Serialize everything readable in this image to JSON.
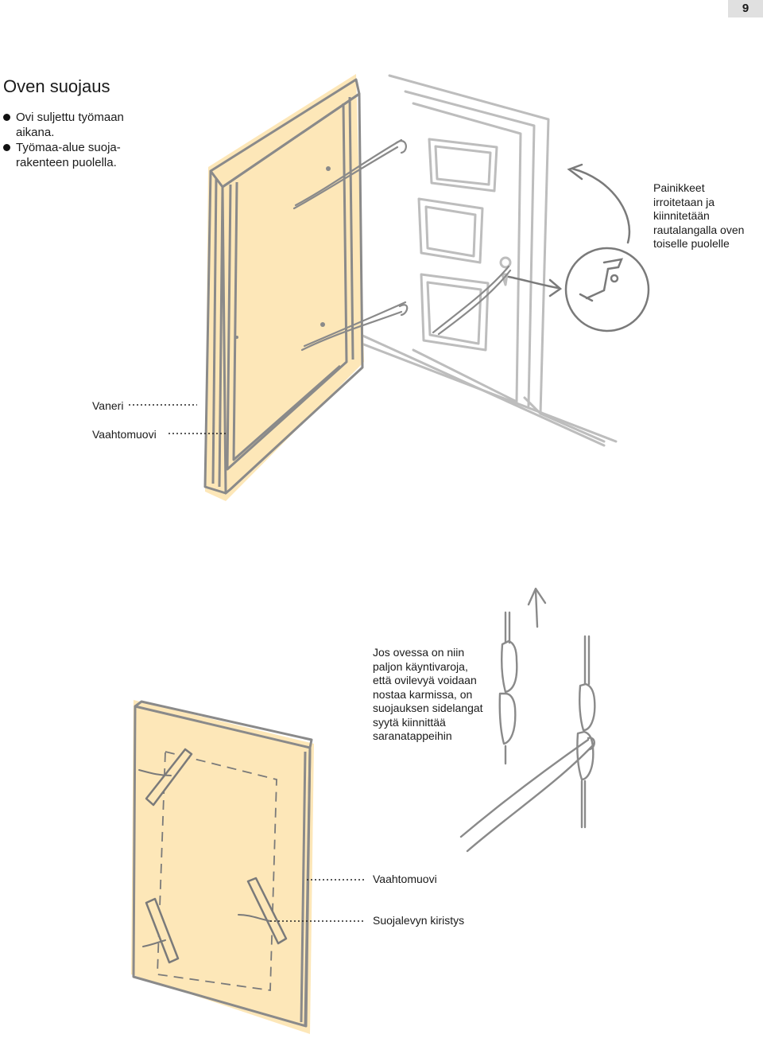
{
  "page": {
    "number": "9"
  },
  "heading": {
    "title": "Oven suojaus"
  },
  "bullets": [
    "Ovi suljettu työmaan aikana.",
    "Työmaa-alue suoja-rakenteen puolella."
  ],
  "notes": {
    "handles": "Painikkeet irroitetaan ja kiinnitetään rautalangalla oven toiselle puolelle",
    "hinges": "Jos ovessa on niin paljon käyntivaroja, että ovilevyä voidaan nostaa karmissa, on suojauksen sidelangat syytä kiinnittää saranatappeihin"
  },
  "labels": {
    "plywood": "Vaneri",
    "foam_top": "Vaahtomuovi",
    "foam_bottom": "Vaahtomuovi",
    "tension": "Suojalevyn kiristys"
  },
  "colors": {
    "panel_fill": "#fde7b8",
    "sketch_gray": "#8a8a8a",
    "door_gray": "#bdbdbd"
  }
}
